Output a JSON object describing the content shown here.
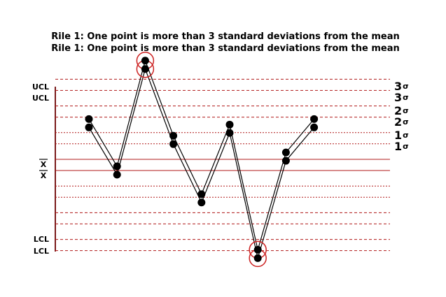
{
  "chart_data": {
    "type": "line",
    "title": "Rile 1: One point is more than 3 standard deviations from the mean",
    "title_repeat": "Rile 1: One point is more than 3 standard deviations from the mean",
    "ylim": [
      -3.15,
      3.15
    ],
    "x": [
      1,
      2,
      3,
      4,
      5,
      6,
      7,
      8,
      9
    ],
    "series": [
      {
        "values": [
          1.5,
          -0.2,
          3.6,
          0.9,
          -1.2,
          1.3,
          -3.2,
          0.3,
          1.5
        ]
      },
      {
        "values": [
          1.8,
          0.1,
          3.9,
          1.2,
          -0.9,
          1.6,
          -2.9,
          0.6,
          1.8
        ]
      }
    ],
    "highlighted_points": [
      {
        "x": 3,
        "series": 0
      },
      {
        "x": 3,
        "series": 1
      },
      {
        "x": 7,
        "series": 0
      },
      {
        "x": 7,
        "series": 1
      }
    ],
    "control_lines": {
      "ucl_label": "UCL",
      "lcl_label": "LCL",
      "mean_label": "X"
    },
    "sigma_labels": [
      {
        "num": "3",
        "sym": "σ"
      },
      {
        "num": "3",
        "sym": "σ"
      },
      {
        "num": "2",
        "sym": "σ"
      },
      {
        "num": "2",
        "sym": "σ"
      },
      {
        "num": "1",
        "sym": "σ"
      },
      {
        "num": "1",
        "sym": "σ"
      }
    ],
    "colors": {
      "line": "#b01818",
      "point": "#000000",
      "highlight": "#cc2222"
    }
  }
}
